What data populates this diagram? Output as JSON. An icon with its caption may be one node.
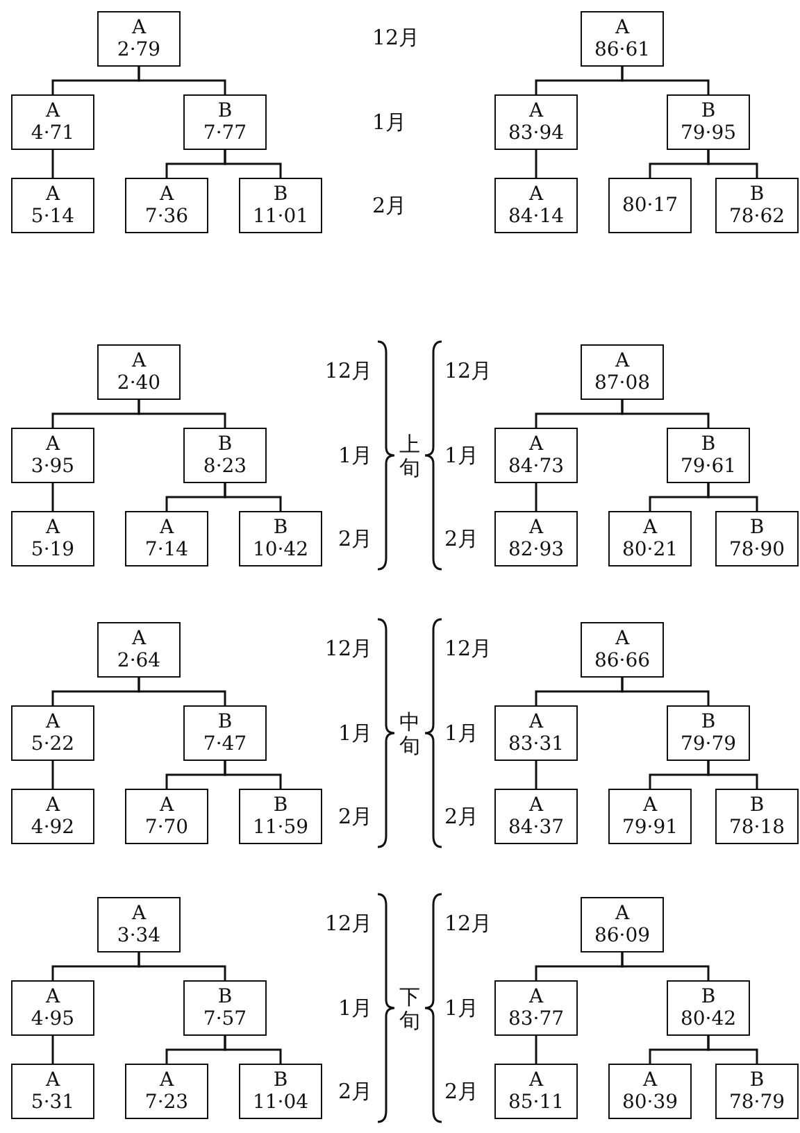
{
  "diagram": {
    "nodes": [
      {
        "text": [
          "A",
          "2·79"
        ]
      },
      {
        "text": [
          "A",
          "4·71"
        ]
      },
      {
        "text": [
          "B",
          "7·77"
        ]
      },
      {
        "text": [
          "A",
          "5·14"
        ]
      },
      {
        "text": [
          "A",
          "7·36"
        ]
      },
      {
        "text": [
          "B",
          "11·01"
        ]
      },
      {
        "text": [
          "A",
          "86·61"
        ]
      },
      {
        "text": [
          "A",
          "83·94"
        ]
      },
      {
        "text": [
          "B",
          "79·95"
        ]
      },
      {
        "text": [
          "A",
          "84·14"
        ]
      },
      {
        "text": [
          "80·17"
        ]
      },
      {
        "text": [
          "B",
          "78·62"
        ]
      },
      {
        "text": [
          "A",
          "2·40"
        ]
      },
      {
        "text": [
          "A",
          "3·95"
        ]
      },
      {
        "text": [
          "B",
          "8·23"
        ]
      },
      {
        "text": [
          "A",
          "5·19"
        ]
      },
      {
        "text": [
          "A",
          "7·14"
        ]
      },
      {
        "text": [
          "B",
          "10·42"
        ]
      },
      {
        "text": [
          "A",
          "87·08"
        ]
      },
      {
        "text": [
          "A",
          "84·73"
        ]
      },
      {
        "text": [
          "B",
          "79·61"
        ]
      },
      {
        "text": [
          "A",
          "82·93"
        ]
      },
      {
        "text": [
          "A",
          "80·21"
        ]
      },
      {
        "text": [
          "B",
          "78·90"
        ]
      },
      {
        "text": [
          "A",
          "2·64"
        ]
      },
      {
        "text": [
          "A",
          "5·22"
        ]
      },
      {
        "text": [
          "B",
          "7·47"
        ]
      },
      {
        "text": [
          "A",
          "4·92"
        ]
      },
      {
        "text": [
          "A",
          "7·70"
        ]
      },
      {
        "text": [
          "B",
          "11·59"
        ]
      },
      {
        "text": [
          "A",
          "86·66"
        ]
      },
      {
        "text": [
          "A",
          "83·31"
        ]
      },
      {
        "text": [
          "B",
          "79·79"
        ]
      },
      {
        "text": [
          "A",
          "84·37"
        ]
      },
      {
        "text": [
          "A",
          "79·91"
        ]
      },
      {
        "text": [
          "B",
          "78·18"
        ]
      },
      {
        "text": [
          "A",
          "3·34"
        ]
      },
      {
        "text": [
          "A",
          "4·95"
        ]
      },
      {
        "text": [
          "B",
          "7·57"
        ]
      },
      {
        "text": [
          "A",
          "5·31"
        ]
      },
      {
        "text": [
          "A",
          "7·23"
        ]
      },
      {
        "text": [
          "B",
          "11·04"
        ]
      },
      {
        "text": [
          "A",
          "86·09"
        ]
      },
      {
        "text": [
          "A",
          "83·77"
        ]
      },
      {
        "text": [
          "B",
          "80·42"
        ]
      },
      {
        "text": [
          "A",
          "85·11"
        ]
      },
      {
        "text": [
          "A",
          "80·39"
        ]
      },
      {
        "text": [
          "B",
          "78·79"
        ]
      }
    ],
    "edges": [
      {
        "from": 0,
        "to": 1,
        "arrow": "none"
      },
      {
        "from": 0,
        "to": 2,
        "arrow": "none"
      },
      {
        "from": 1,
        "to": 3,
        "arrow": "none"
      },
      {
        "from": 2,
        "to": 4,
        "arrow": "none"
      },
      {
        "from": 2,
        "to": 5,
        "arrow": "none"
      },
      {
        "from": 6,
        "to": 7,
        "arrow": "none"
      },
      {
        "from": 6,
        "to": 8,
        "arrow": "none"
      },
      {
        "from": 7,
        "to": 9,
        "arrow": "none"
      },
      {
        "from": 8,
        "to": 10,
        "arrow": "none"
      },
      {
        "from": 8,
        "to": 11,
        "arrow": "none"
      },
      {
        "from": 12,
        "to": 13,
        "arrow": "none"
      },
      {
        "from": 12,
        "to": 14,
        "arrow": "none"
      },
      {
        "from": 13,
        "to": 15,
        "arrow": "none"
      },
      {
        "from": 14,
        "to": 16,
        "arrow": "none"
      },
      {
        "from": 14,
        "to": 17,
        "arrow": "none"
      },
      {
        "from": 18,
        "to": 19,
        "arrow": "none"
      },
      {
        "from": 18,
        "to": 20,
        "arrow": "none"
      },
      {
        "from": 19,
        "to": 21,
        "arrow": "none"
      },
      {
        "from": 20,
        "to": 22,
        "arrow": "none"
      },
      {
        "from": 20,
        "to": 23,
        "arrow": "none"
      },
      {
        "from": 24,
        "to": 25,
        "arrow": "none"
      },
      {
        "from": 24,
        "to": 26,
        "arrow": "none"
      },
      {
        "from": 25,
        "to": 27,
        "arrow": "none"
      },
      {
        "from": 26,
        "to": 28,
        "arrow": "none"
      },
      {
        "from": 26,
        "to": 29,
        "arrow": "none"
      },
      {
        "from": 30,
        "to": 31,
        "arrow": "none"
      },
      {
        "from": 30,
        "to": 32,
        "arrow": "none"
      },
      {
        "from": 31,
        "to": 33,
        "arrow": "none"
      },
      {
        "from": 32,
        "to": 34,
        "arrow": "none"
      },
      {
        "from": 32,
        "to": 35,
        "arrow": "none"
      },
      {
        "from": 36,
        "to": 37,
        "arrow": "none"
      },
      {
        "from": 36,
        "to": 38,
        "arrow": "none"
      },
      {
        "from": 37,
        "to": 39,
        "arrow": "none"
      },
      {
        "from": 38,
        "to": 40,
        "arrow": "none"
      },
      {
        "from": 38,
        "to": 41,
        "arrow": "none"
      },
      {
        "from": 42,
        "to": 43,
        "arrow": "none"
      },
      {
        "from": 42,
        "to": 44,
        "arrow": "none"
      },
      {
        "from": 43,
        "to": 45,
        "arrow": "none"
      },
      {
        "from": 44,
        "to": 46,
        "arrow": "none"
      },
      {
        "from": 44,
        "to": 47,
        "arrow": "none"
      }
    ],
    "labels": [
      "12月",
      "1月",
      "2月",
      "12月",
      "12月",
      "1月",
      "上旬",
      "1月",
      "2月",
      "2月",
      "12月",
      "12月",
      "1月",
      "中旬",
      "1月",
      "2月",
      "2月",
      "12月",
      "12月",
      "1月",
      "下旬",
      "1月",
      "2月",
      "2月"
    ]
  }
}
